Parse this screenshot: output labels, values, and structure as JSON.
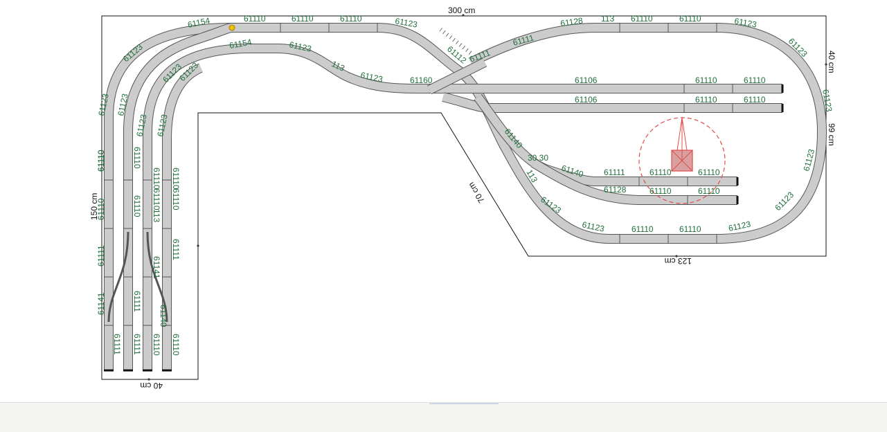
{
  "dimensions": {
    "top": "300 cm",
    "right_upper": "40 cm",
    "right_lower": "99 cm",
    "left": "150 cm",
    "bottom_left": "40 cm",
    "diagonal": "70 cm",
    "bottom_right": "123 cm"
  },
  "track_labels": {
    "t1": "61154",
    "t2": "61110",
    "t3": "61110",
    "t4": "61110",
    "t5": "61123",
    "t6": "61123",
    "t7": "61154",
    "t8": "61123",
    "t9": "113",
    "t10": "61123",
    "t11": "61160",
    "t12": "61123",
    "t13": "61123",
    "t14": "61123",
    "t15": "61123",
    "t16": "61123",
    "t17": "61110",
    "t18": "61110",
    "t19": "61110",
    "t20": "61110",
    "t21": "61111",
    "t22": "61111",
    "t23": "61141",
    "t24": "61111",
    "t25": "61111",
    "t26": "61110",
    "t27": "61110",
    "t28": "113",
    "t29": "61111",
    "t30": "61110",
    "t31": "61128",
    "t32": "113",
    "t33": "61110",
    "t34": "61110",
    "t35": "61123",
    "t36": "61111",
    "t37": "61106",
    "t38": "61110",
    "t39": "61110",
    "t40": "61106",
    "t41": "61110",
    "t42": "61110",
    "t43": "61123",
    "t44": "61123",
    "t45": "61123",
    "t46": "61123",
    "t47": "61110",
    "t48": "61110",
    "t49": "61123",
    "t50": "61123",
    "t51": "61111",
    "t52": "61110",
    "t53": "61110",
    "t54": "61110",
    "t55": "61110",
    "t56": "61128",
    "t57": "61140",
    "t58": "61140",
    "t59": "30.30",
    "t60": "113",
    "t61": "61112",
    "t62": "61111",
    "t63": "61141",
    "t64": "61140",
    "t65": "61110",
    "t66": "61110",
    "t67": "61110",
    "t68": "61110",
    "t69": "61123",
    "t70": "61123"
  },
  "colors": {
    "track_fill": "#cccccc",
    "track_edge": "#555555",
    "label": "#1f6e3a",
    "outline": "#111111",
    "crane": "#e34b4b",
    "marker": "#f2c200"
  }
}
